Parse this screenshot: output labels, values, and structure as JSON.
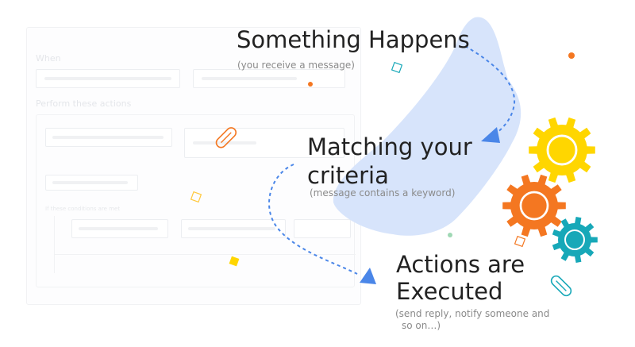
{
  "background_ui": {
    "when_label": "When",
    "perform_label": "Perform these actions",
    "conditions_label": "If these conditions are met"
  },
  "steps": [
    {
      "title": "Something Happens",
      "subtitle": "(you receive a message)"
    },
    {
      "title_lines": [
        "Matching your",
        "criteria"
      ],
      "subtitle": "(message contains a keyword)"
    },
    {
      "title_lines": [
        "Actions are",
        "Executed"
      ],
      "subtitle_lines": [
        "(send reply, notify someone and",
        "so on…)"
      ]
    }
  ],
  "icons": [
    "gear-yellow-icon",
    "gear-orange-icon",
    "gear-teal-icon",
    "paperclip-icon",
    "arrow-head-icon"
  ],
  "colors": {
    "blob": "#d7e4fb",
    "dashed_arrow": "#4a86e8",
    "gear_yellow": "#ffd600",
    "gear_orange": "#f47721",
    "gear_teal": "#17a8b8",
    "heading_text": "#222222",
    "note_text": "#8a8a8a"
  }
}
